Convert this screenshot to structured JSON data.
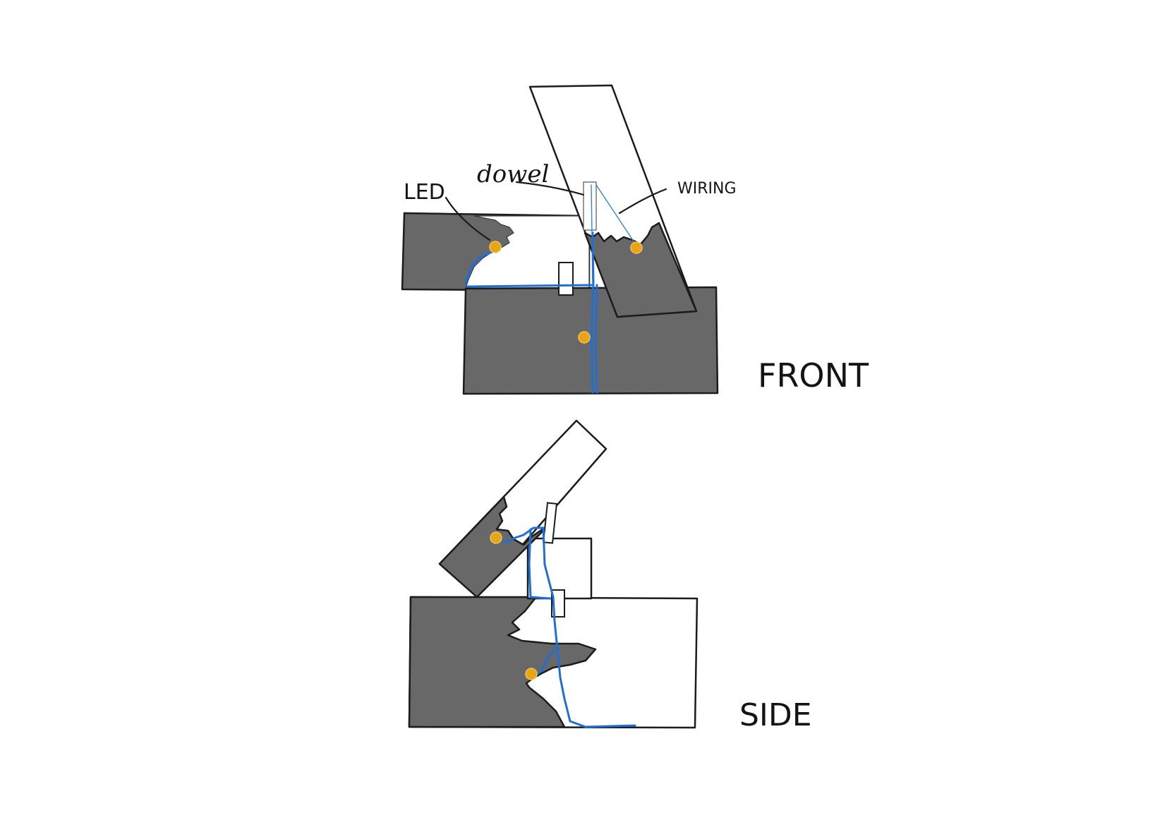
{
  "views": [
    {
      "id": "front",
      "title": "FRONT"
    },
    {
      "id": "side",
      "title": "SIDE"
    }
  ],
  "labels": {
    "led": "LED",
    "dowel": "dowel",
    "wiring": "WIRING"
  },
  "colors": {
    "solid_fill": "#686868",
    "outline": "#1c1c1c",
    "wire": "#1f6fd6",
    "led": "#e7a414",
    "background": "#ffffff"
  }
}
